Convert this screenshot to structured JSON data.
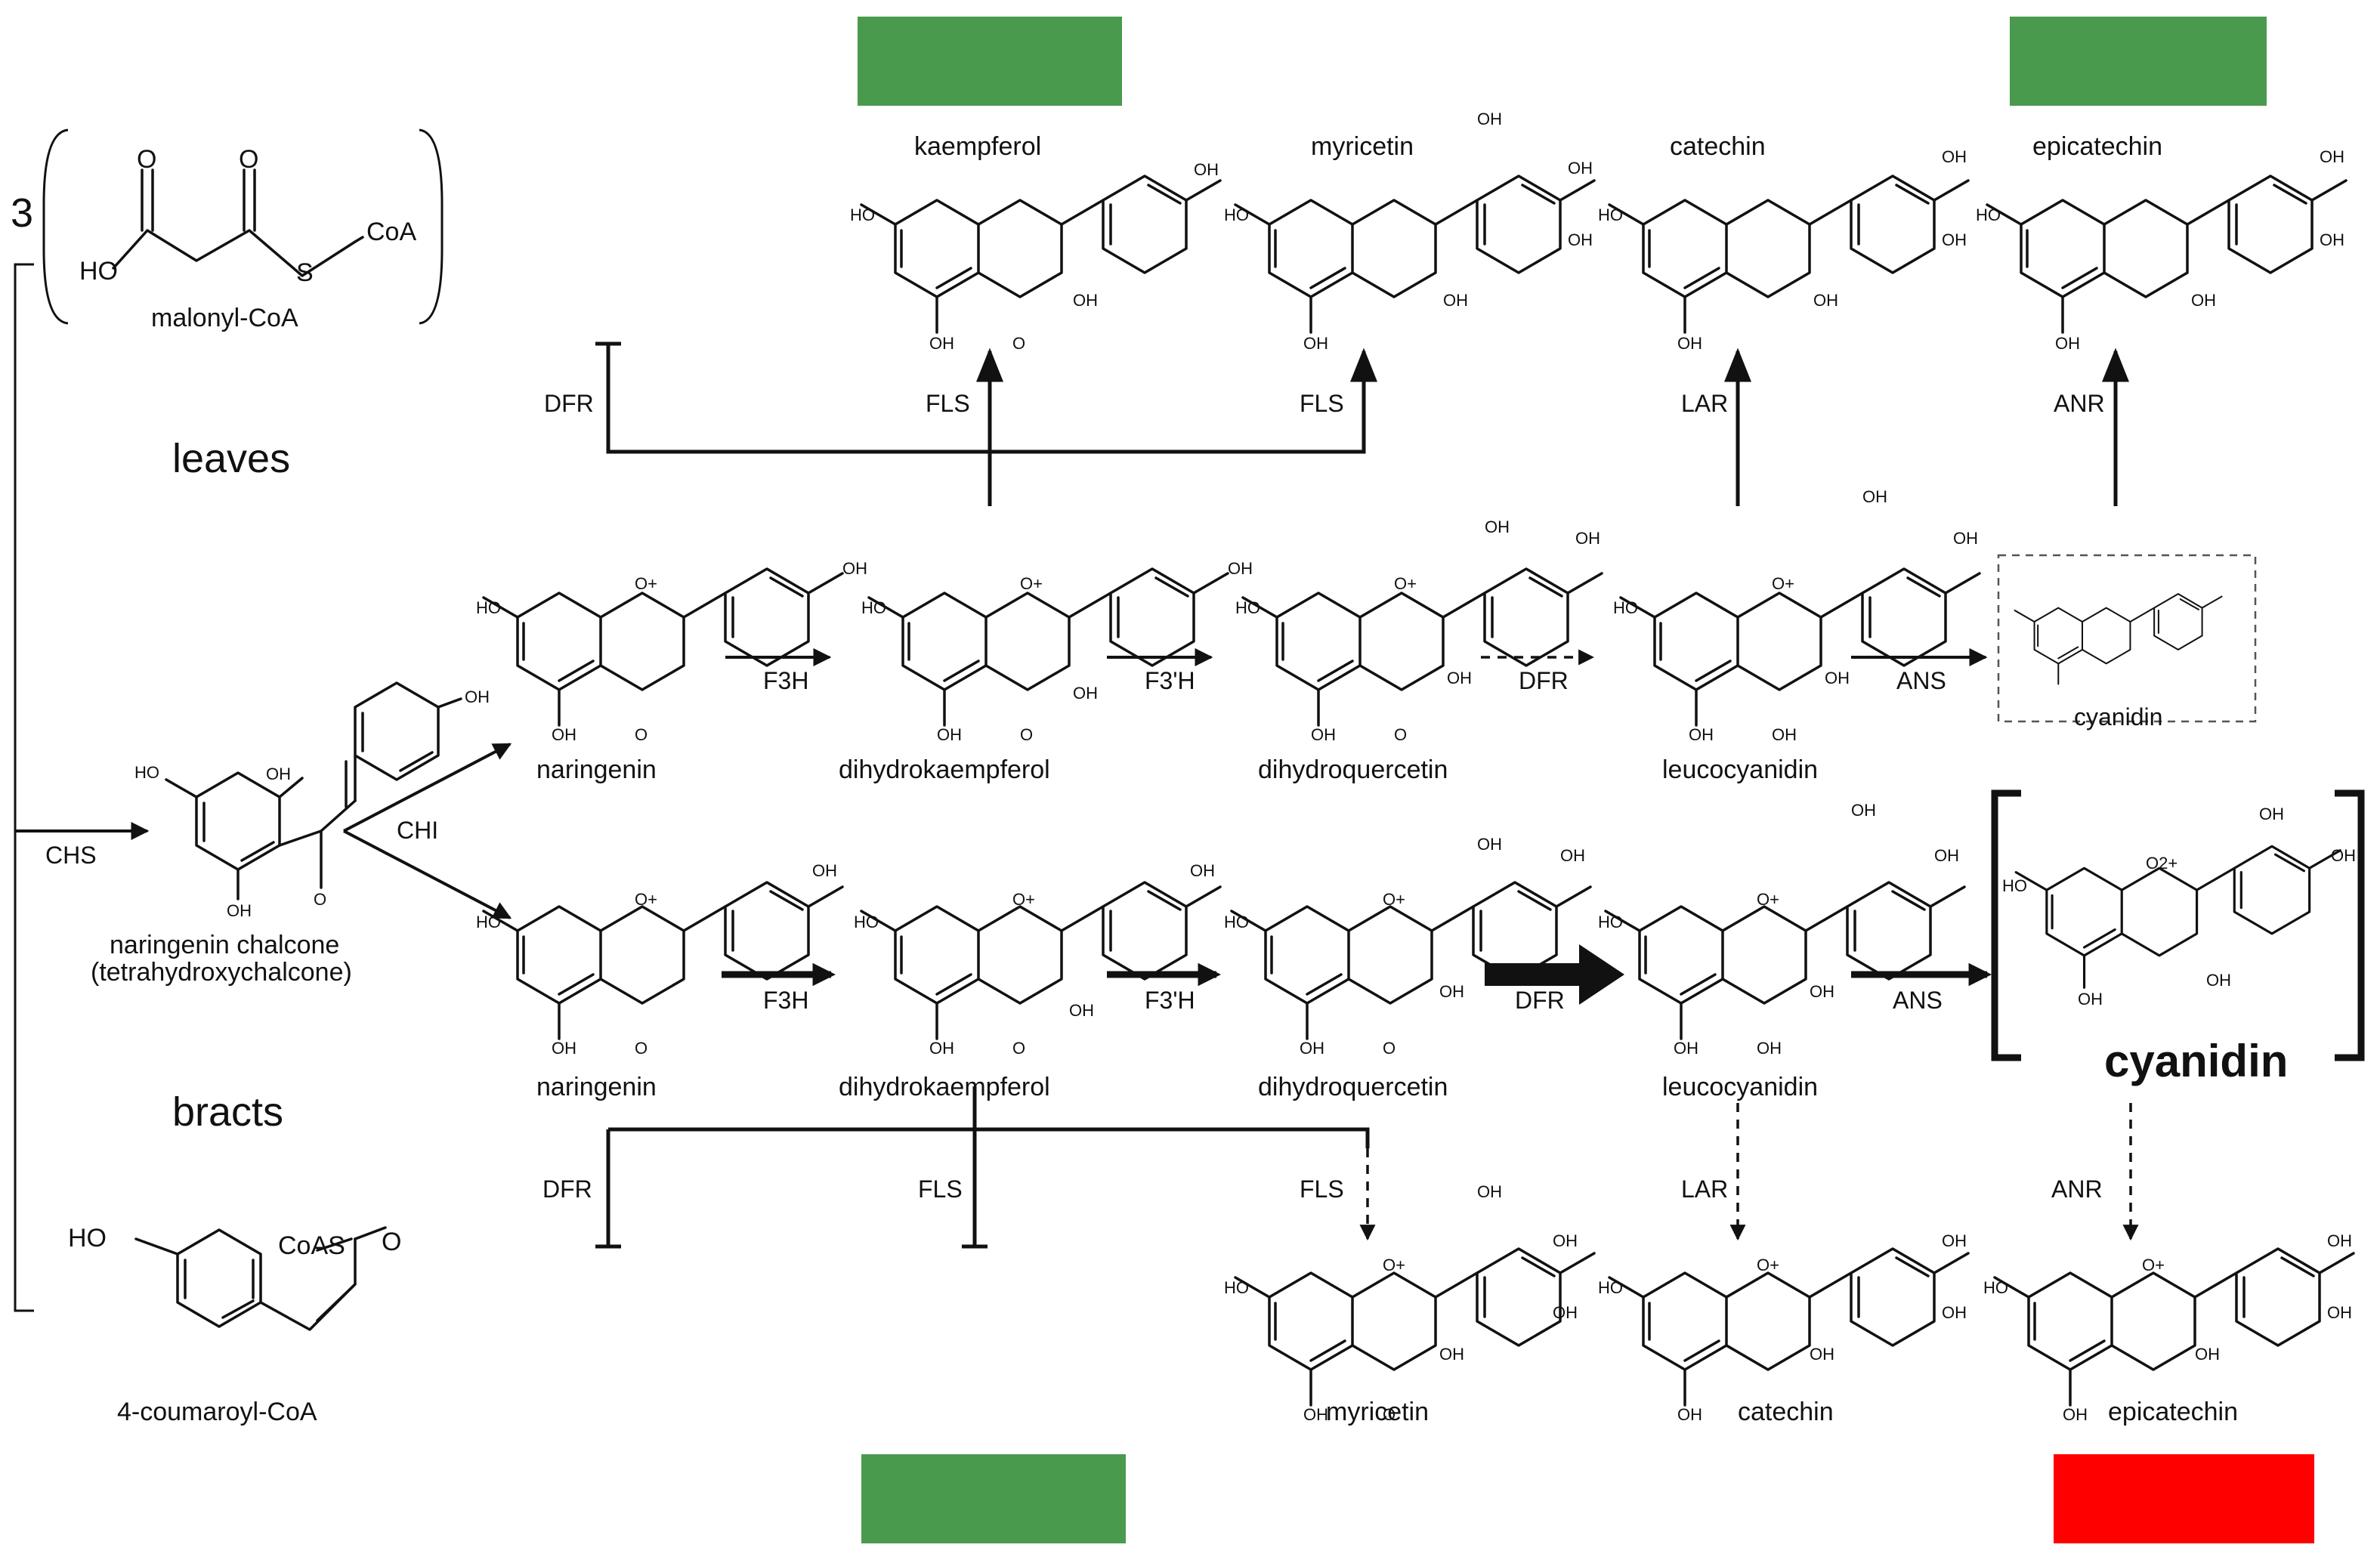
{
  "header": {
    "multiplier": "3",
    "tissue_top": "leaves",
    "tissue_bottom": "bracts"
  },
  "indicators": {
    "top_left_color": "#4a9a4e",
    "top_right_color": "#4a9a4e",
    "bottom_left_color": "#4a9a4e",
    "bottom_right_color": "#ff0000"
  },
  "substrates": {
    "malonyl": "malonyl-CoA",
    "malonyl_coa_group": "CoA",
    "malonyl_ho": "HO",
    "malonyl_s": "S",
    "malonyl_o": "O",
    "coumaroyl": "4-coumaroyl-CoA",
    "coumaroyl_coas": "CoAS",
    "coumaroyl_ho": "HO",
    "coumaroyl_o": "O",
    "chalcone_line1": "naringenin chalcone",
    "chalcone_line2": "(tetrahydroxychalcone)"
  },
  "compounds_leaves": {
    "naringenin": "naringenin",
    "dihydrokaempferol": "dihydrokaempferol",
    "dihydroquercetin": "dihydroquercetin",
    "leucocyanidin": "leucocyanidin",
    "cyanidin": "cyanidin",
    "kaempferol": "kaempferol",
    "myricetin": "myricetin",
    "catechin": "catechin",
    "epicatechin": "epicatechin"
  },
  "compounds_bracts": {
    "naringenin": "naringenin",
    "dihydrokaempferol": "dihydrokaempferol",
    "dihydroquercetin": "dihydroquercetin",
    "leucocyanidin": "leucocyanidin",
    "cyanidin": "cyanidin",
    "myricetin": "myricetin",
    "catechin": "catechin",
    "epicatechin": "epicatechin"
  },
  "enzymes": {
    "chs": "CHS",
    "chi": "CHI",
    "f3h": "F3H",
    "f3ph": "F3'H",
    "dfr": "DFR",
    "ans": "ANS",
    "fls": "FLS",
    "lar": "LAR",
    "anr": "ANR"
  },
  "atoms": {
    "oh": "OH",
    "ho": "HO",
    "o": "O",
    "o_plus": "O+",
    "o_2plus": "O2+"
  }
}
